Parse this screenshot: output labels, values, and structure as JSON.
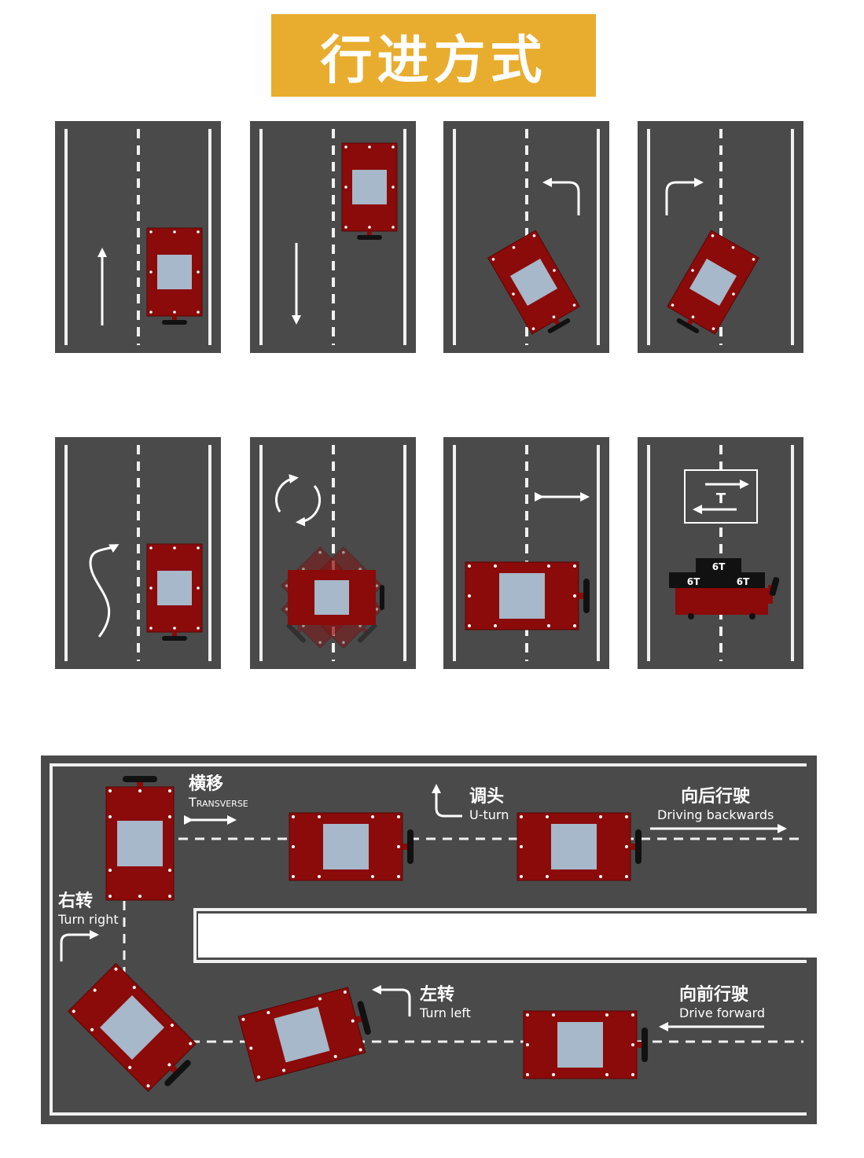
{
  "title": "行进方式",
  "colors": {
    "banner": "#e8ad2e",
    "road": "#4a4a4a",
    "lane_marking": "#f0f0f0",
    "robot_body": "#8b0a0a",
    "robot_panel": "#a6b8c9",
    "wheel": "#111111"
  },
  "tiles": [
    {
      "name": "move-forward",
      "icon": "arrow-up-icon"
    },
    {
      "name": "move-backward",
      "icon": "arrow-down-icon"
    },
    {
      "name": "turn-left",
      "icon": "turn-left-arrow-icon"
    },
    {
      "name": "turn-right",
      "icon": "turn-right-arrow-icon"
    },
    {
      "name": "s-curve",
      "icon": "s-curve-arrow-icon"
    },
    {
      "name": "rotate-in-place",
      "icon": "rotate-circle-icon"
    },
    {
      "name": "transverse",
      "icon": "double-arrow-icon"
    },
    {
      "name": "heavy-load",
      "icon": "transfer-sign-icon"
    }
  ],
  "heavy_load": {
    "sign_letter": "T",
    "weights": [
      "6T",
      "6T",
      "6T"
    ]
  },
  "track_labels": {
    "transverse": {
      "cn": "横移",
      "en": "Transverse"
    },
    "u_turn": {
      "cn": "调头",
      "en": "U-turn"
    },
    "driving_backwards": {
      "cn": "向后行驶",
      "en": "Driving backwards"
    },
    "turn_right": {
      "cn": "右转",
      "en": "Turn right"
    },
    "turn_left": {
      "cn": "左转",
      "en": "Turn left"
    },
    "drive_forward": {
      "cn": "向前行驶",
      "en": "Drive forward"
    }
  }
}
